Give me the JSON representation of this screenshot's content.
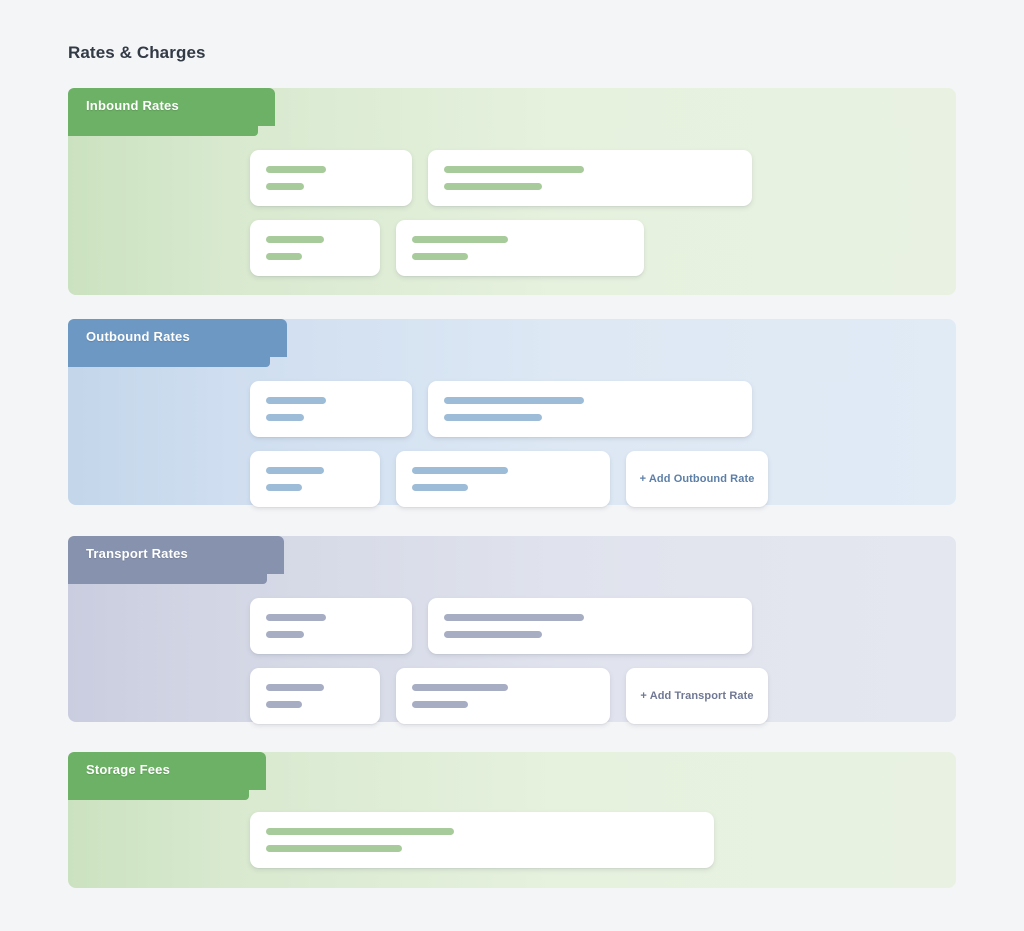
{
  "page": {
    "title": "Rates & Charges",
    "background_color": "#f4f5f7"
  },
  "theme": {
    "green_tab": "#6cb165",
    "green_panel_from": "#cbe2c0",
    "green_panel_to": "#e9f2e2",
    "green_bar": "#a8cb9b",
    "blue_tab": "#6d98c4",
    "blue_panel_from": "#c3d6ea",
    "blue_panel_to": "#e1ebf6",
    "blue_bar": "#9dbcd8",
    "slate_tab": "#8792ae",
    "slate_panel_from": "#c9cddf",
    "slate_panel_to": "#e5e7f0",
    "slate_bar": "#a7aec4",
    "card_background": "#ffffff",
    "title_color": "#323a46",
    "tab_label_color": "#ffffff",
    "add_blue_label_color": "#5c7fa8",
    "add_slate_label_color": "#6f7895"
  },
  "sections": [
    {
      "id": "inbound-rates",
      "tab_label": "Inbound Rates",
      "accent": "green",
      "rows": [
        {
          "cards": [
            {
              "id": "inbound-rate-card-1",
              "bars": [
                60,
                38
              ]
            },
            {
              "id": "inbound-rate-card-2",
              "bars": [
                140,
                98
              ]
            }
          ],
          "add_button": null
        },
        {
          "cards": [
            {
              "id": "inbound-rate-card-3",
              "bars": [
                58,
                36
              ]
            },
            {
              "id": "inbound-rate-card-4",
              "bars": [
                96,
                56
              ]
            }
          ],
          "add_button": null
        }
      ]
    },
    {
      "id": "outbound-rates",
      "tab_label": "Outbound Rates",
      "accent": "blue",
      "rows": [
        {
          "cards": [
            {
              "id": "outbound-rate-card-1",
              "bars": [
                60,
                38
              ]
            },
            {
              "id": "outbound-rate-card-2",
              "bars": [
                140,
                98
              ]
            }
          ],
          "add_button": null
        },
        {
          "cards": [
            {
              "id": "outbound-rate-card-3",
              "bars": [
                58,
                36
              ]
            },
            {
              "id": "outbound-rate-card-4",
              "bars": [
                96,
                56
              ]
            }
          ],
          "add_button": {
            "id": "add-outbound-rate",
            "label": "+ Add Outbound Rate"
          }
        }
      ]
    },
    {
      "id": "transport-rates",
      "tab_label": "Transport Rates",
      "accent": "slate",
      "rows": [
        {
          "cards": [
            {
              "id": "transport-rate-card-1",
              "bars": [
                60,
                38
              ]
            },
            {
              "id": "transport-rate-card-2",
              "bars": [
                140,
                98
              ]
            }
          ],
          "add_button": null
        },
        {
          "cards": [
            {
              "id": "transport-rate-card-3",
              "bars": [
                58,
                36
              ]
            },
            {
              "id": "transport-rate-card-4",
              "bars": [
                96,
                56
              ]
            }
          ],
          "add_button": {
            "id": "add-transport-rate",
            "label": "+ Add Transport Rate"
          }
        }
      ]
    },
    {
      "id": "storage-fees",
      "tab_label": "Storage Fees",
      "accent": "green",
      "rows": [
        {
          "cards": [
            {
              "id": "storage-fee-card-1",
              "bars": [
                188,
                136
              ]
            }
          ],
          "add_button": null
        }
      ]
    }
  ]
}
